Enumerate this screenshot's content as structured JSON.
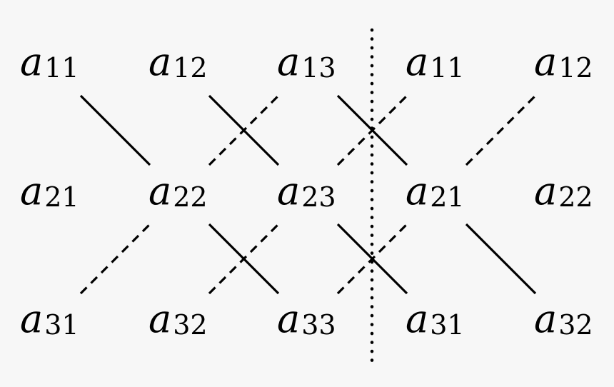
{
  "matrix": {
    "columns": [
      [
        "a",
        "a",
        "a",
        "a",
        "a"
      ],
      [
        "a",
        "a",
        "a",
        "a",
        "a"
      ],
      [
        "a",
        "a",
        "a",
        "a",
        "a"
      ]
    ],
    "rows": [
      [
        {
          "var": "a",
          "sub": "11"
        },
        {
          "var": "a",
          "sub": "12"
        },
        {
          "var": "a",
          "sub": "13"
        },
        {
          "var": "a",
          "sub": "11"
        },
        {
          "var": "a",
          "sub": "12"
        }
      ],
      [
        {
          "var": "a",
          "sub": "21"
        },
        {
          "var": "a",
          "sub": "22"
        },
        {
          "var": "a",
          "sub": "23"
        },
        {
          "var": "a",
          "sub": "21"
        },
        {
          "var": "a",
          "sub": "22"
        }
      ],
      [
        {
          "var": "a",
          "sub": "31"
        },
        {
          "var": "a",
          "sub": "32"
        },
        {
          "var": "a",
          "sub": "33"
        },
        {
          "var": "a",
          "sub": "31"
        },
        {
          "var": "a",
          "sub": "32"
        }
      ]
    ]
  },
  "diagonals": {
    "solid": [
      {
        "from": "a11",
        "to": "a22"
      },
      {
        "from": "a12",
        "to": "a23"
      },
      {
        "from": "a13",
        "to": "a21"
      },
      {
        "from": "a22",
        "to": "a33"
      },
      {
        "from": "a23",
        "to": "a31"
      },
      {
        "from": "a21",
        "to": "a32"
      }
    ],
    "dashed": [
      {
        "from": "a31",
        "to": "a22"
      },
      {
        "from": "a22",
        "to": "a13"
      },
      {
        "from": "a32",
        "to": "a23"
      },
      {
        "from": "a23",
        "to": "a11"
      },
      {
        "from": "a33",
        "to": "a21"
      },
      {
        "from": "a21",
        "to": "a12"
      }
    ]
  },
  "separator": {
    "style": "dotted",
    "position": "between-column-3-and-column-4"
  },
  "colors": {
    "ink": "#000000",
    "background": "#f7f7f7"
  }
}
